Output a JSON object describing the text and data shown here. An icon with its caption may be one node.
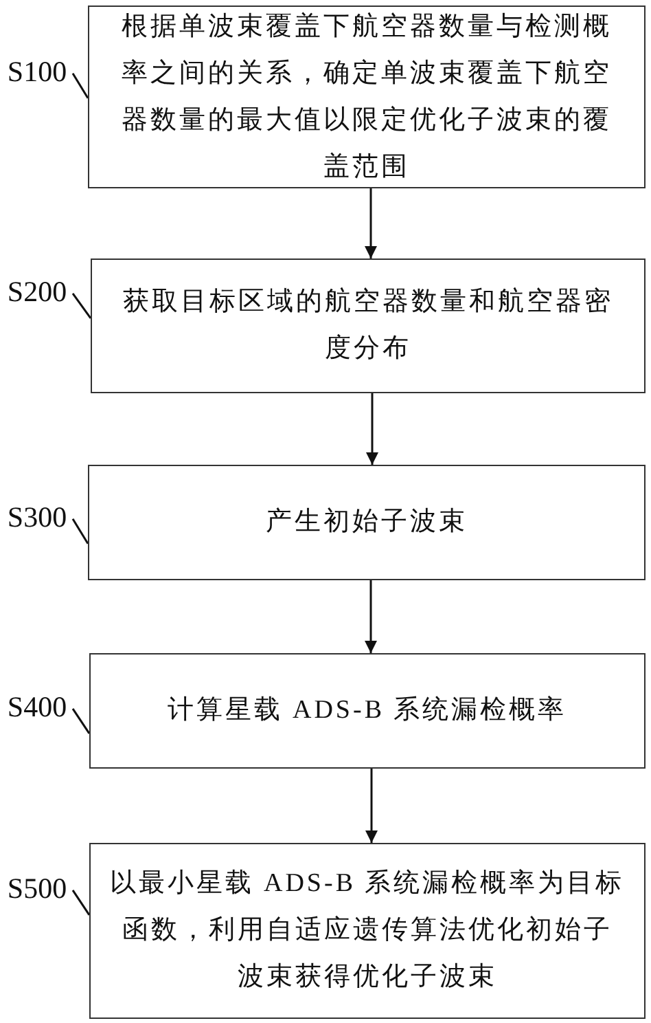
{
  "diagram": {
    "nodes": [
      {
        "text": [
          "S100"
        ]
      },
      {
        "text": [
          "根据单波束覆盖下航空器数量与检测概率之间的关系，确定单波束覆盖下航空器数量的最大值以限定优化子波束的覆盖范围"
        ]
      },
      {
        "text": [
          "S200"
        ]
      },
      {
        "text": [
          "获取目标区域的航空器数量和航空器密度分布"
        ]
      },
      {
        "text": [
          "S300"
        ]
      },
      {
        "text": [
          "产生初始子波束"
        ]
      },
      {
        "text": [
          "S400"
        ]
      },
      {
        "text": [
          "计算星载 ADS-B 系统漏检概率"
        ]
      },
      {
        "text": [
          "S500"
        ]
      },
      {
        "text": [
          "以最小星载 ADS-B 系统漏检概率为目标函数，利用自适应遗传算法优化初始子波束获得优化子波束"
        ]
      }
    ],
    "edges": [
      {
        "from": 0,
        "to": 1,
        "arrow": "none"
      },
      {
        "from": 2,
        "to": 3,
        "arrow": "none"
      },
      {
        "from": 4,
        "to": 5,
        "arrow": "none"
      },
      {
        "from": 6,
        "to": 7,
        "arrow": "none"
      },
      {
        "from": 8,
        "to": 9,
        "arrow": "none"
      },
      {
        "from": 1,
        "to": 3,
        "arrow": "to"
      },
      {
        "from": 3,
        "to": 5,
        "arrow": "to"
      },
      {
        "from": 5,
        "to": 7,
        "arrow": "to"
      },
      {
        "from": 7,
        "to": 9,
        "arrow": "to"
      }
    ]
  }
}
